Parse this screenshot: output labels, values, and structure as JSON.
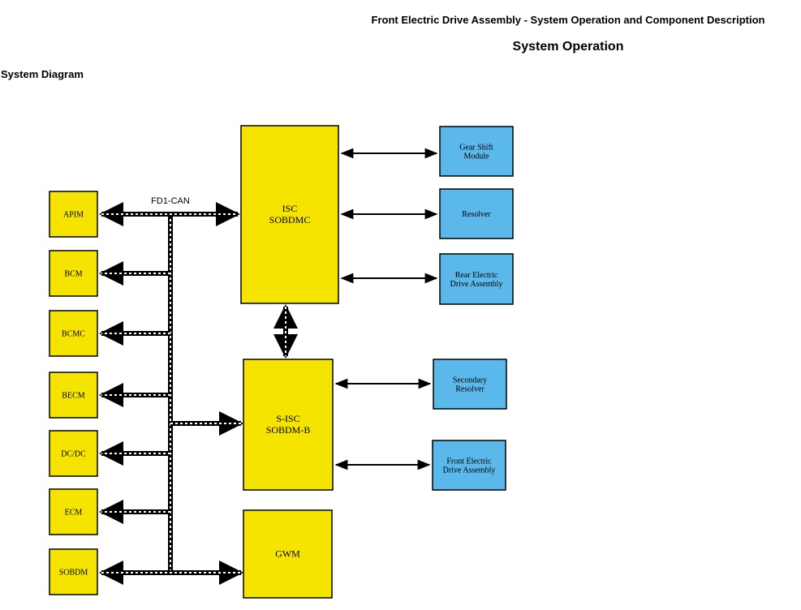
{
  "header": {
    "doc_title": "Front Electric Drive Assembly - System Operation and Component Description",
    "section_title": "System Operation",
    "subsection_title": "System Diagram"
  },
  "diagram": {
    "bus_label": "FD1-CAN",
    "colors": {
      "module_fill": "#f5e400",
      "device_fill": "#5ab8ea",
      "outline": "#000000"
    },
    "left_modules": [
      {
        "id": "apim",
        "label": "APIM"
      },
      {
        "id": "bcm",
        "label": "BCM"
      },
      {
        "id": "bcmc",
        "label": "BCMC"
      },
      {
        "id": "becm",
        "label": "BECM"
      },
      {
        "id": "dcdc",
        "label": "DC/DC"
      },
      {
        "id": "ecm",
        "label": "ECM"
      },
      {
        "id": "sobdm",
        "label": "SOBDM"
      }
    ],
    "center_modules": [
      {
        "id": "isc",
        "lines": [
          "ISC",
          "SOBDMC"
        ]
      },
      {
        "id": "sisc",
        "lines": [
          "S-ISC",
          "SOBDM-B"
        ]
      },
      {
        "id": "gwm",
        "lines": [
          "GWM"
        ]
      }
    ],
    "devices": [
      {
        "id": "gear-shift-module",
        "lines": [
          "Gear Shift",
          "Module"
        ]
      },
      {
        "id": "resolver",
        "lines": [
          "Resolver"
        ]
      },
      {
        "id": "rear-edu",
        "lines": [
          "Rear Electric",
          "Drive Assembly"
        ]
      },
      {
        "id": "secondary-resolver",
        "lines": [
          "Secondary",
          "Resolver"
        ]
      },
      {
        "id": "front-edu",
        "lines": [
          "Front Electric",
          "Drive Assembly"
        ]
      }
    ]
  }
}
